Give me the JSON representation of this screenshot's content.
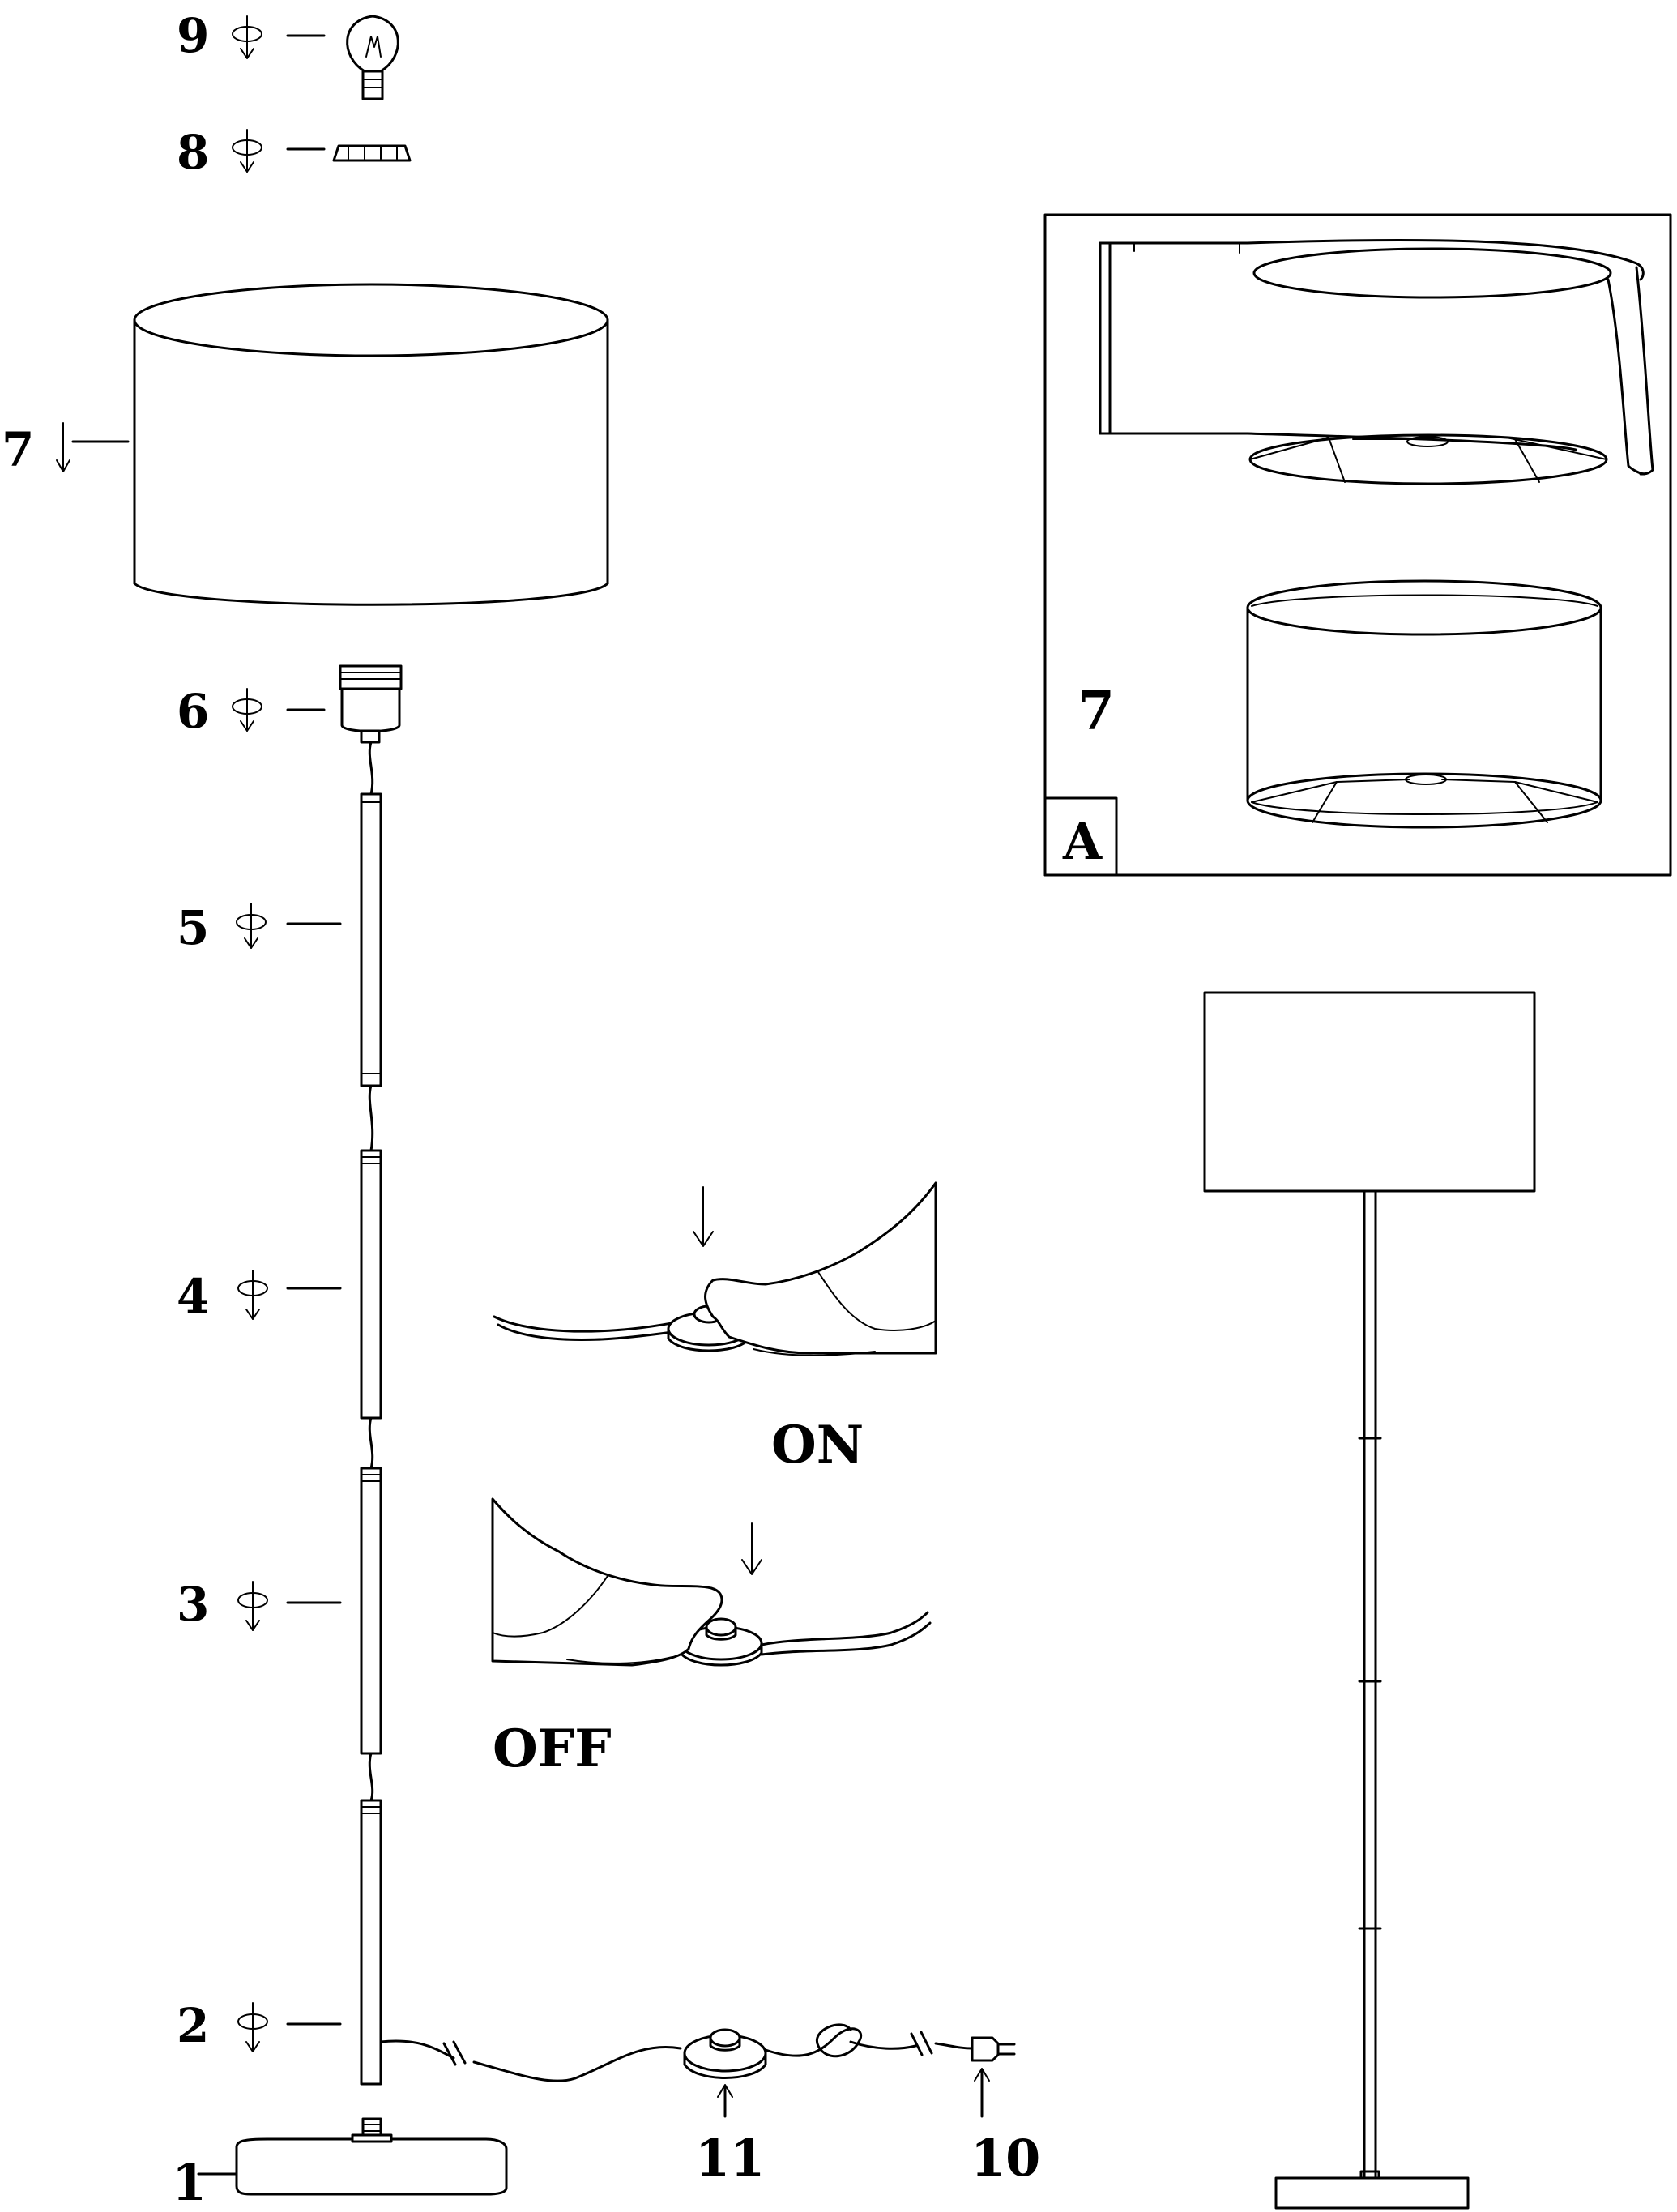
{
  "parts": {
    "p1": "1",
    "p2": "2",
    "p3": "3",
    "p4": "4",
    "p5": "5",
    "p6": "6",
    "p7": "7",
    "p8": "8",
    "p9": "9",
    "p10": "10",
    "p11": "11"
  },
  "detail": {
    "part_label": "7",
    "box_label": "A"
  },
  "switch": {
    "on_label": "ON",
    "off_label": "OFF"
  }
}
